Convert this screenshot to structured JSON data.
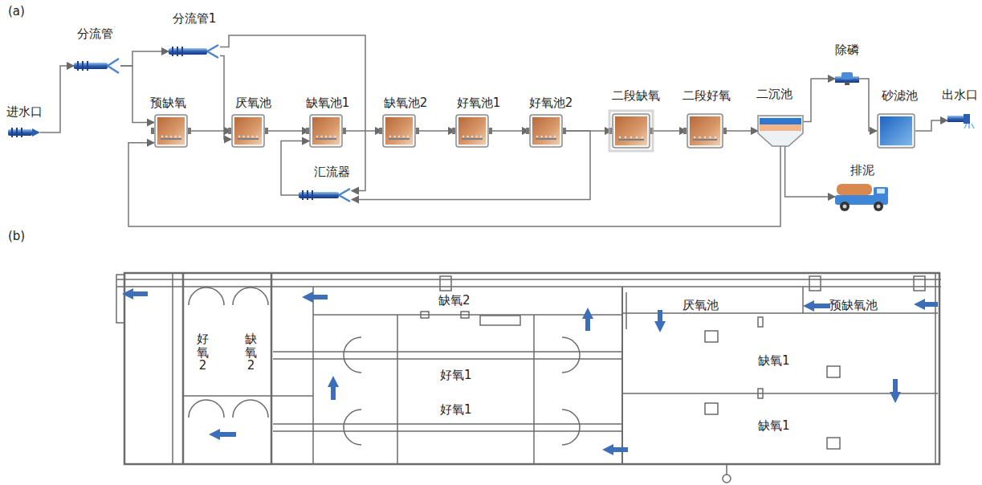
{
  "diagram": {
    "nodes": [
      {
        "text": [
          "进水口"
        ]
      },
      {
        "text": [
          "分流管"
        ]
      },
      {
        "text": [
          "分流管1"
        ]
      },
      {
        "text": [
          "预缺氧"
        ]
      },
      {
        "text": [
          "厌氧池"
        ]
      },
      {
        "text": [
          "缺氧池1"
        ]
      },
      {
        "text": [
          "缺氧池2"
        ]
      },
      {
        "text": [
          "好氧池1"
        ]
      },
      {
        "text": [
          "好氧池2"
        ]
      },
      {
        "text": [
          "二段缺氧"
        ]
      },
      {
        "text": [
          "二段好氧"
        ]
      },
      {
        "text": [
          "二沉池"
        ]
      },
      {
        "text": [
          "除磷"
        ]
      },
      {
        "text": [
          "砂滤池"
        ]
      },
      {
        "text": [
          "出水口"
        ]
      },
      {
        "text": [
          "汇流器"
        ]
      },
      {
        "text": [
          "排泥"
        ]
      }
    ],
    "edges": [
      {
        "from": 0,
        "to": 1,
        "arrow": "to"
      },
      {
        "from": 1,
        "to": 2,
        "arrow": "to"
      },
      {
        "from": 1,
        "to": 3,
        "arrow": "to"
      },
      {
        "from": 2,
        "to": 4,
        "arrow": "to"
      },
      {
        "from": 2,
        "to": 15,
        "arrow": "to"
      },
      {
        "from": 3,
        "to": 4,
        "arrow": "to"
      },
      {
        "from": 4,
        "to": 5,
        "arrow": "to"
      },
      {
        "from": 5,
        "to": 6,
        "arrow": "to"
      },
      {
        "from": 6,
        "to": 7,
        "arrow": "to"
      },
      {
        "from": 7,
        "to": 8,
        "arrow": "to"
      },
      {
        "from": 8,
        "to": 9,
        "arrow": "to"
      },
      {
        "from": 9,
        "to": 10,
        "arrow": "to"
      },
      {
        "from": 10,
        "to": 11,
        "arrow": "to"
      },
      {
        "from": 11,
        "to": 12,
        "arrow": "to"
      },
      {
        "from": 12,
        "to": 13,
        "arrow": "to"
      },
      {
        "from": 13,
        "to": 14,
        "arrow": "to"
      },
      {
        "from": 11,
        "to": 16,
        "arrow": "to"
      },
      {
        "from": 8,
        "to": 15,
        "arrow": "to"
      },
      {
        "from": 15,
        "to": 5,
        "arrow": "to"
      },
      {
        "from": 11,
        "to": 3,
        "arrow": "to"
      }
    ],
    "labels": [
      "(a)",
      "(b)",
      "缺氧2",
      "厌氧池",
      "预缺氧池",
      "缺氧1",
      "缺氧1",
      "好氧1",
      "好氧1",
      "好氧2",
      "缺氧2"
    ]
  }
}
